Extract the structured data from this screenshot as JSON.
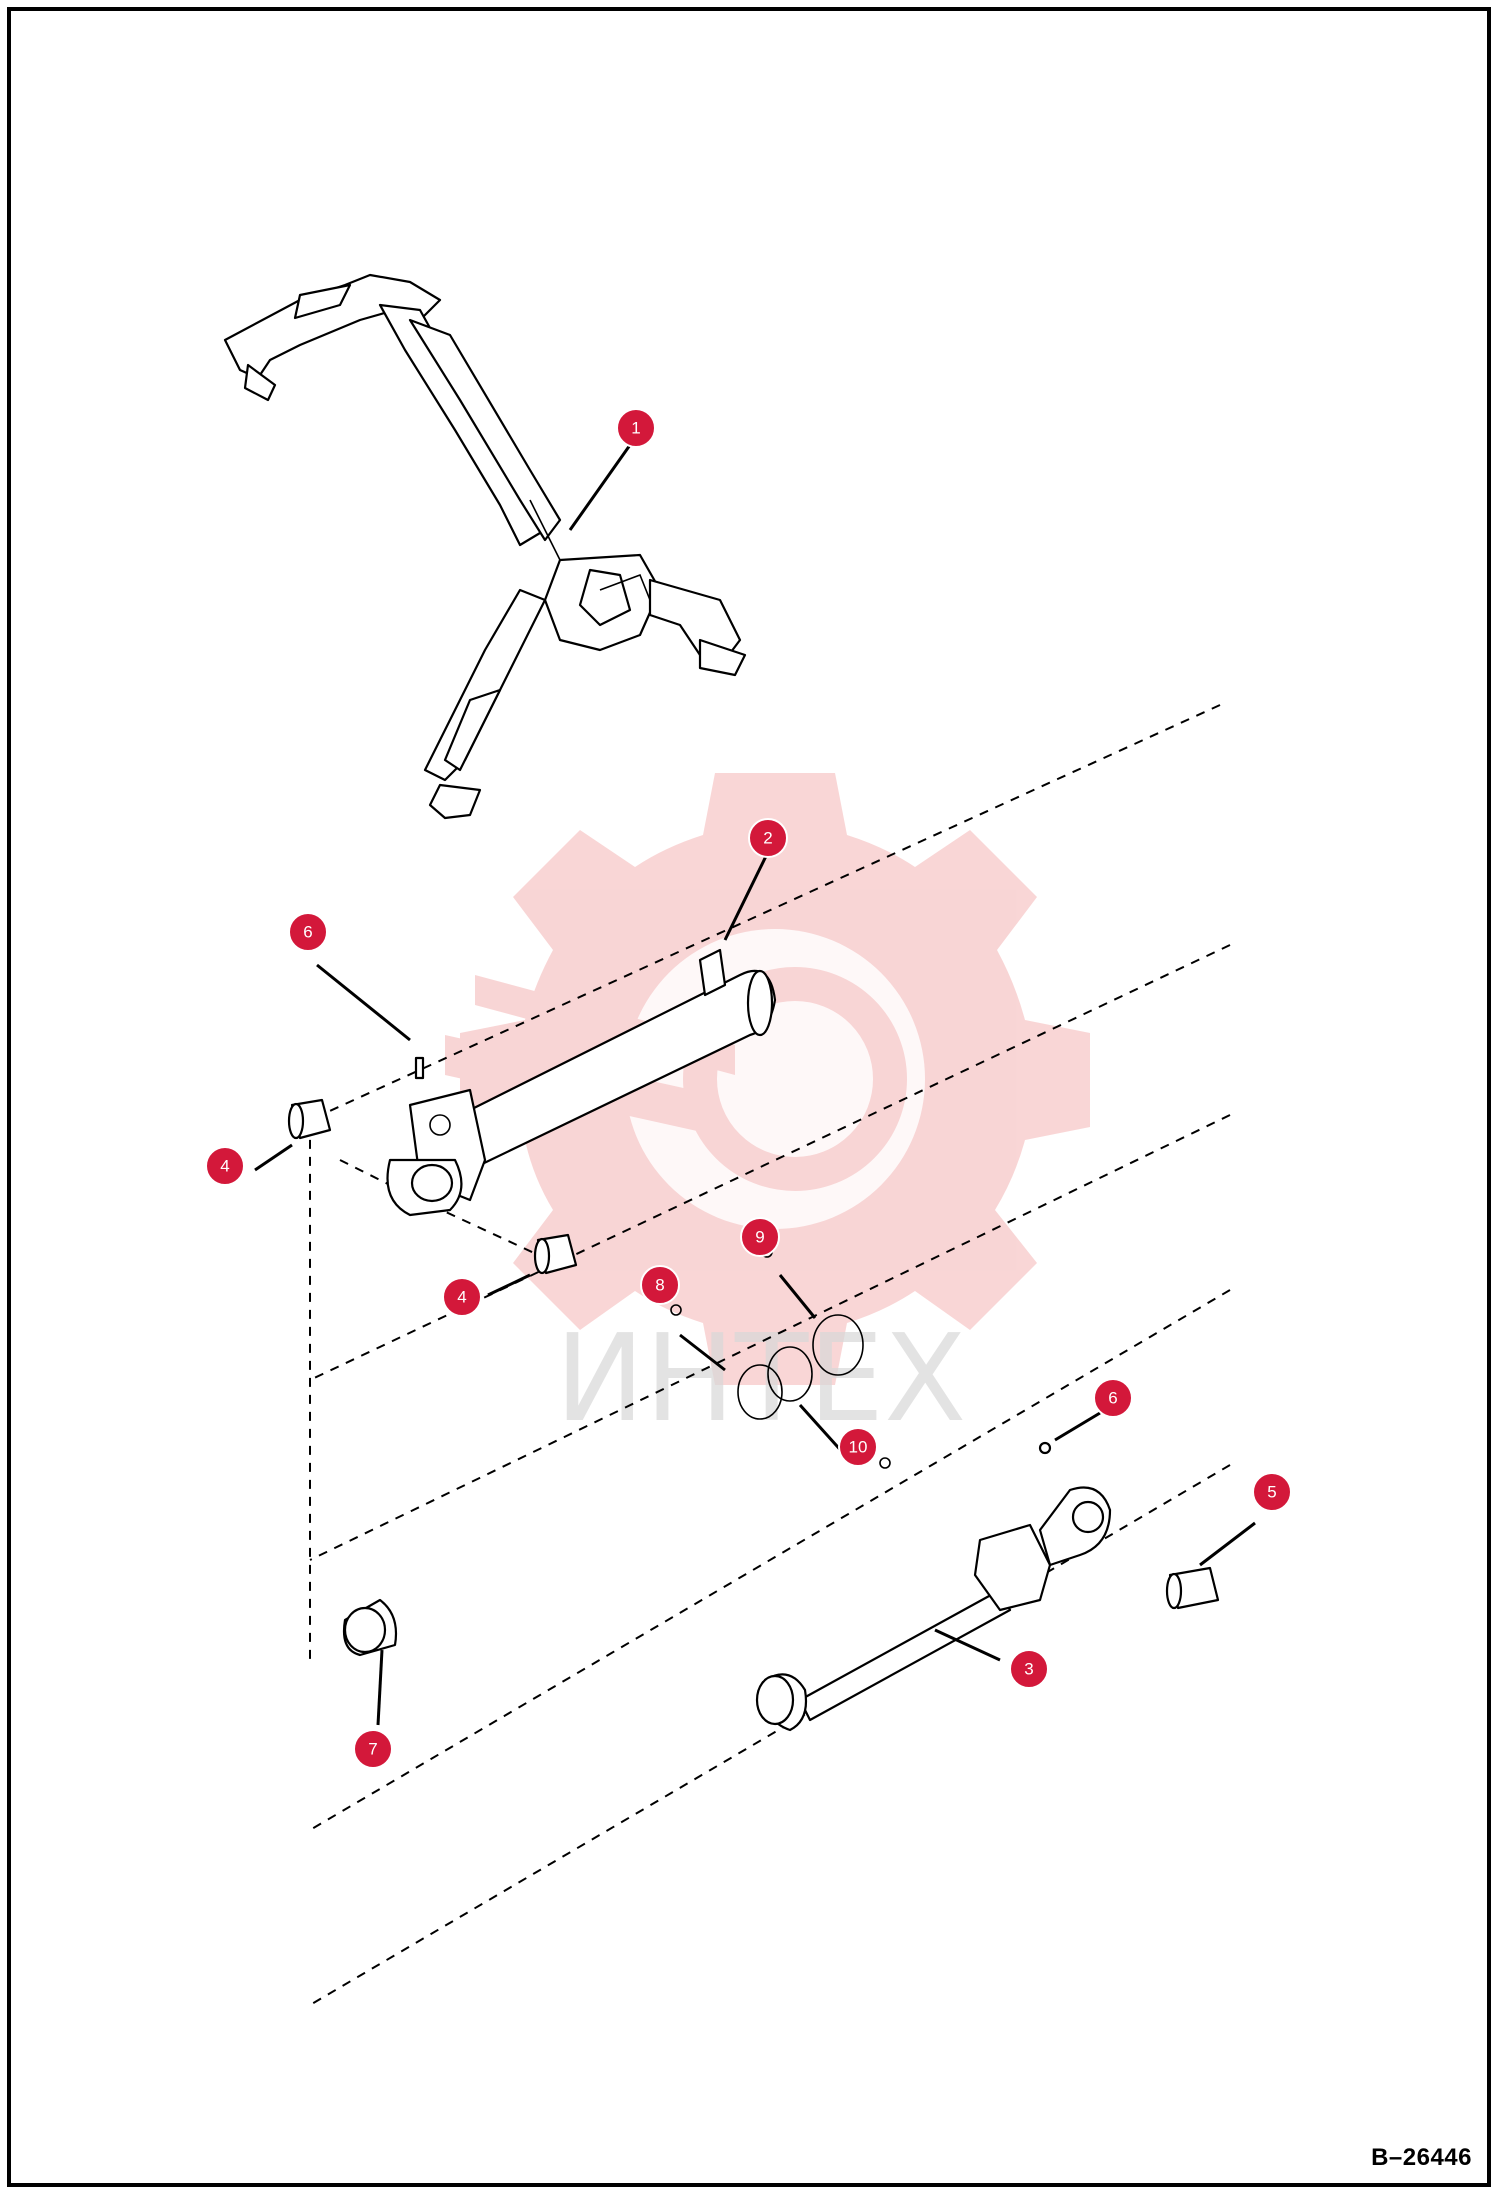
{
  "document_code": "B–26446",
  "watermark": {
    "text": "ИНТЕХ",
    "icon": "gear-logo-icon"
  },
  "colors": {
    "callout": "#d3183a",
    "border": "#000000",
    "watermark": "#f4b4b4"
  },
  "callouts": [
    {
      "id": "c1",
      "label": "1"
    },
    {
      "id": "c2",
      "label": "2"
    },
    {
      "id": "c6a",
      "label": "6"
    },
    {
      "id": "c4a",
      "label": "4"
    },
    {
      "id": "c4b",
      "label": "4"
    },
    {
      "id": "c9",
      "label": "9"
    },
    {
      "id": "c8",
      "label": "8"
    },
    {
      "id": "c10",
      "label": "10"
    },
    {
      "id": "c6b",
      "label": "6"
    },
    {
      "id": "c5",
      "label": "5"
    },
    {
      "id": "c3",
      "label": "3"
    },
    {
      "id": "c7",
      "label": "7"
    }
  ]
}
